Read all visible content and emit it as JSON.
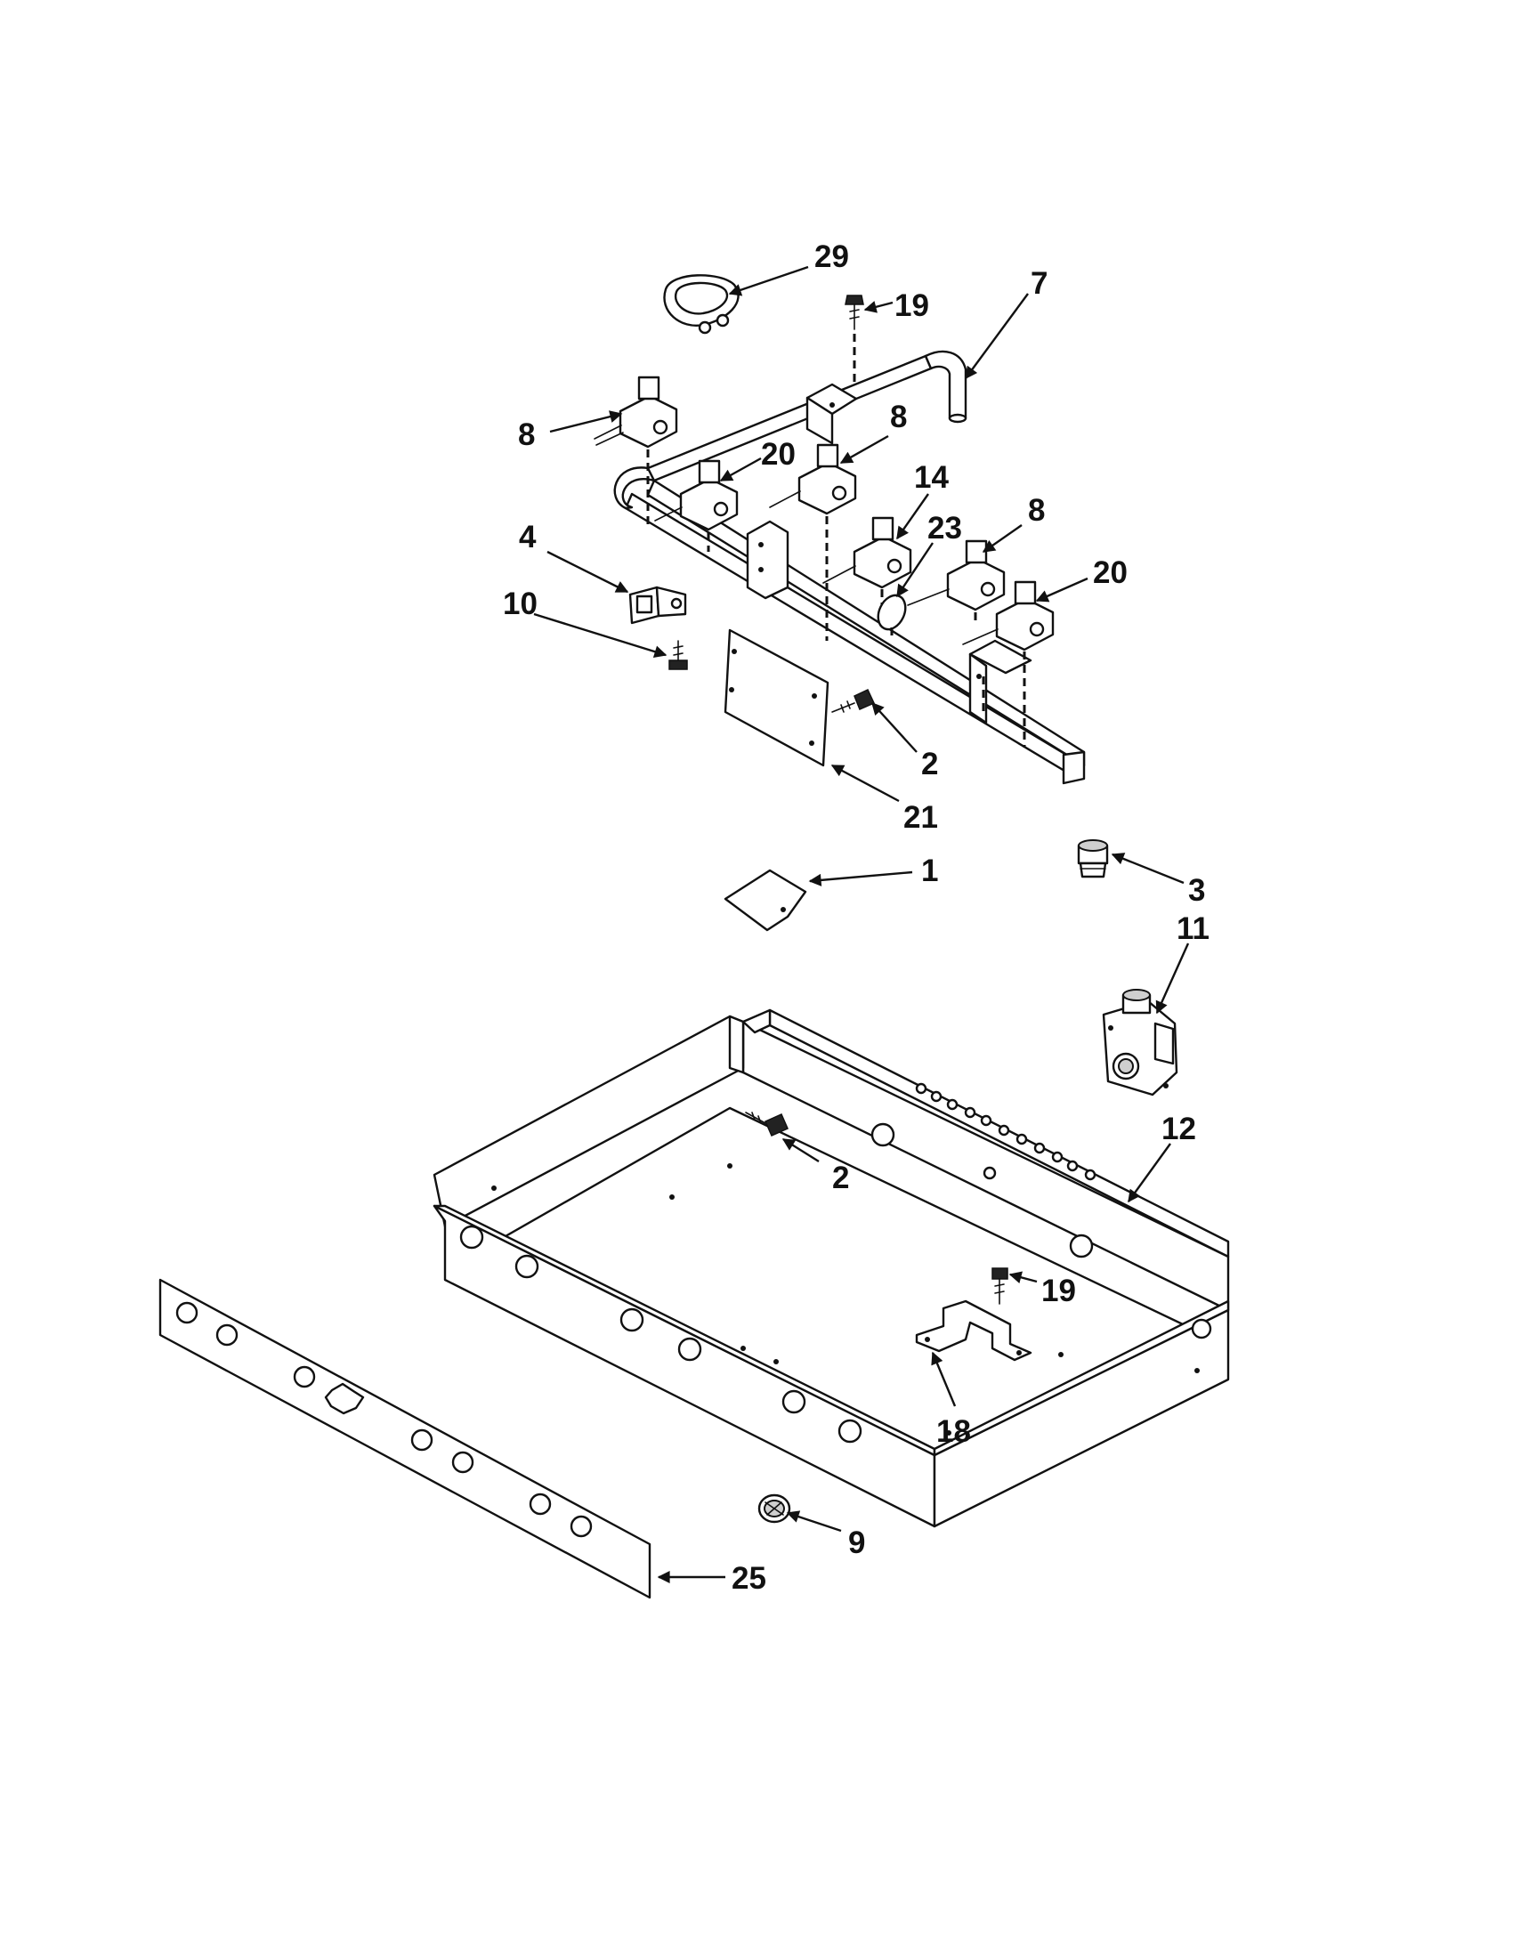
{
  "callouts": {
    "c29": "29",
    "c19a": "19",
    "c7": "7",
    "c8a": "8",
    "c20a": "20",
    "c8b": "8",
    "c14": "14",
    "c23": "23",
    "c8c": "8",
    "c20b": "20",
    "c4": "4",
    "c10": "10",
    "c2a": "2",
    "c21": "21",
    "c1": "1",
    "c3": "3",
    "c11": "11",
    "c12": "12",
    "c2b": "2",
    "c19b": "19",
    "c18": "18",
    "c9": "9",
    "c25": "25"
  }
}
